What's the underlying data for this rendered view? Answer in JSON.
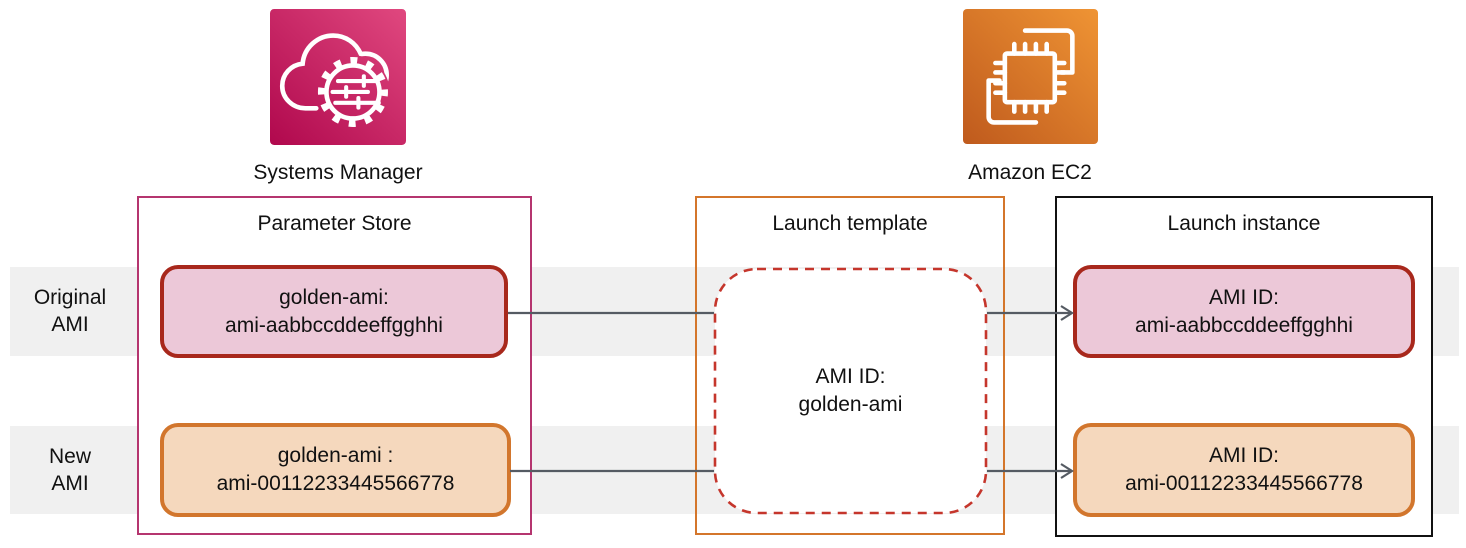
{
  "diagram": {
    "services": {
      "ssm": {
        "label": "Systems Manager",
        "icon": "systems-manager-icon"
      },
      "ec2": {
        "label": "Amazon EC2",
        "icon": "amazon-ec2-icon"
      }
    },
    "row_labels": {
      "original": {
        "line1": "Original",
        "line2": "AMI"
      },
      "new": {
        "line1": "New",
        "line2": "AMI"
      }
    },
    "parameter_store": {
      "title": "Parameter Store",
      "original": {
        "line1": "golden-ami:",
        "line2": "ami-aabbccddeeffgghhi"
      },
      "new": {
        "line1": "golden-ami :",
        "line2": "ami-00112233445566778"
      }
    },
    "launch_template": {
      "title": "Launch template",
      "content": {
        "line1": "AMI ID:",
        "line2": "golden-ami"
      }
    },
    "launch_instance": {
      "title": "Launch instance",
      "original": {
        "line1": "AMI ID:",
        "line2": "ami-aabbccddeeffgghhi"
      },
      "new": {
        "line1": "AMI ID:",
        "line2": "ami-00112233445566778"
      }
    },
    "colors": {
      "ssm_gradient_start": "#b0084d",
      "ssm_gradient_end": "#e0487f",
      "ec2_gradient_start": "#bf5a1d",
      "ec2_gradient_end": "#ef9434",
      "parameter_store_border": "#b5356f",
      "launch_template_border": "#d4762b",
      "launch_instance_border": "#111111",
      "original_chip_fill": "#ecc8d8",
      "original_chip_border": "#a8281c",
      "new_chip_fill": "#f5d8bd",
      "new_chip_border": "#d2762d",
      "dashed_box_border": "#c5362c",
      "row_band": "#f0f0f0",
      "arrow": "#555b63",
      "text": "#111111"
    }
  }
}
